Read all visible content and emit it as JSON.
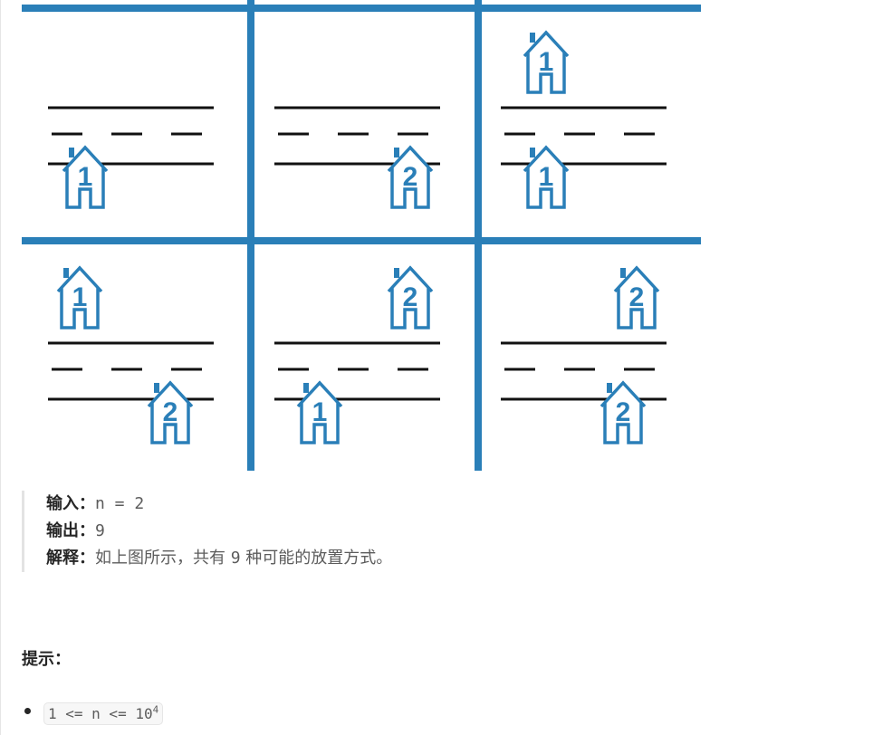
{
  "figure": {
    "grid_color": "#2a7fb8",
    "road_color": "#111111",
    "house_color": "#2a7fb8",
    "cells": [
      {
        "houses": [
          {
            "label": "1",
            "side": "bottom"
          }
        ]
      },
      {
        "houses": [
          {
            "label": "2",
            "side": "bottom"
          }
        ]
      },
      {
        "houses": [
          {
            "label": "1",
            "side": "top"
          },
          {
            "label": "1",
            "side": "bottom"
          }
        ]
      },
      {
        "houses": [
          {
            "label": "1",
            "side": "top"
          },
          {
            "label": "2",
            "side": "bottom"
          }
        ]
      },
      {
        "houses": [
          {
            "label": "2",
            "side": "top"
          },
          {
            "label": "1",
            "side": "bottom"
          }
        ]
      },
      {
        "houses": [
          {
            "label": "2",
            "side": "top"
          },
          {
            "label": "2",
            "side": "bottom"
          }
        ]
      }
    ]
  },
  "example": {
    "input_label": "输入：",
    "input_value": "n = 2",
    "output_label": "输出：",
    "output_value": "9",
    "explanation_label": "解释：",
    "explanation_before": "如上图所示，共有 ",
    "explanation_number": "9",
    "explanation_after": " 种可能的放置方式。"
  },
  "hints": {
    "title": "提示：",
    "constraint_prefix": "1 <= n <= 10",
    "constraint_exponent": "4"
  }
}
